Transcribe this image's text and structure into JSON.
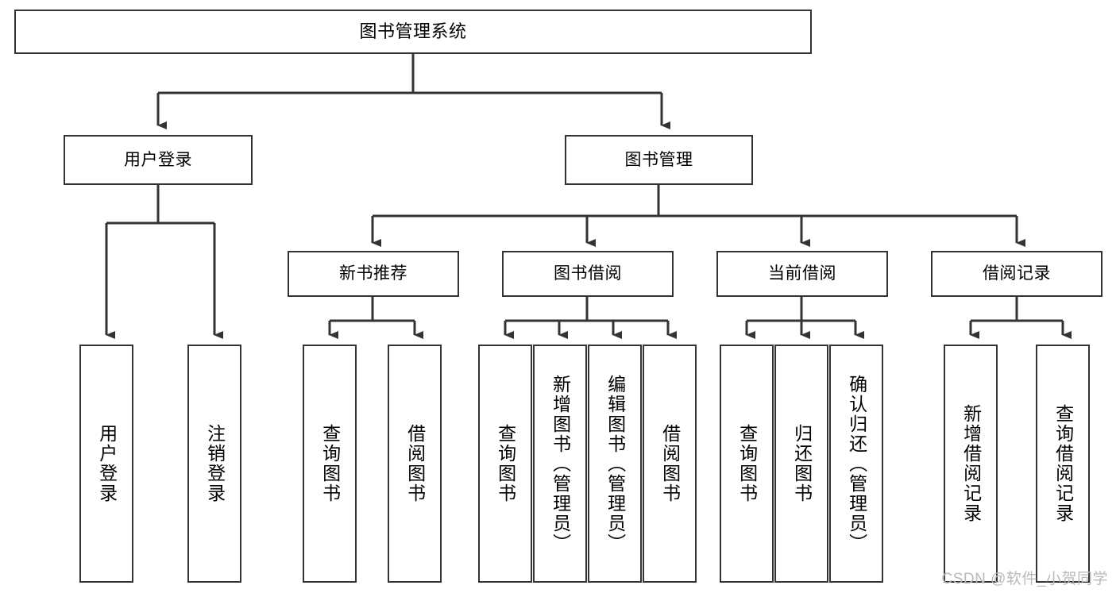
{
  "diagram": {
    "title": "图书管理系统",
    "type": "tree",
    "root": {
      "label": "图书管理系统"
    },
    "level2": [
      {
        "label": "用户登录"
      },
      {
        "label": "图书管理"
      }
    ],
    "level3": [
      {
        "label": "新书推荐"
      },
      {
        "label": "图书借阅"
      },
      {
        "label": "当前借阅"
      },
      {
        "label": "借阅记录"
      }
    ],
    "leaves": {
      "user_login": [
        {
          "label": "用户登录"
        },
        {
          "label": "注销登录"
        }
      ],
      "new_book_recommend": [
        {
          "label": "查询图书"
        },
        {
          "label": "借阅图书"
        }
      ],
      "book_borrow": [
        {
          "label": "查询图书"
        },
        {
          "label": "新增图书（管理员）"
        },
        {
          "label": "编辑图书（管理员）"
        },
        {
          "label": "借阅图书"
        }
      ],
      "current_borrow": [
        {
          "label": "查询图书"
        },
        {
          "label": "归还图书"
        },
        {
          "label": "确认归还（管理员）"
        }
      ],
      "borrow_record": [
        {
          "label": "新增借阅记录"
        },
        {
          "label": "查询借阅记录"
        }
      ]
    },
    "colors": {
      "stroke": "#333333",
      "fill": "#ffffff",
      "text": "#000000",
      "watermark": "#b9b9b9"
    }
  },
  "watermark": {
    "text": "CSDN @软件_小贺同学"
  }
}
